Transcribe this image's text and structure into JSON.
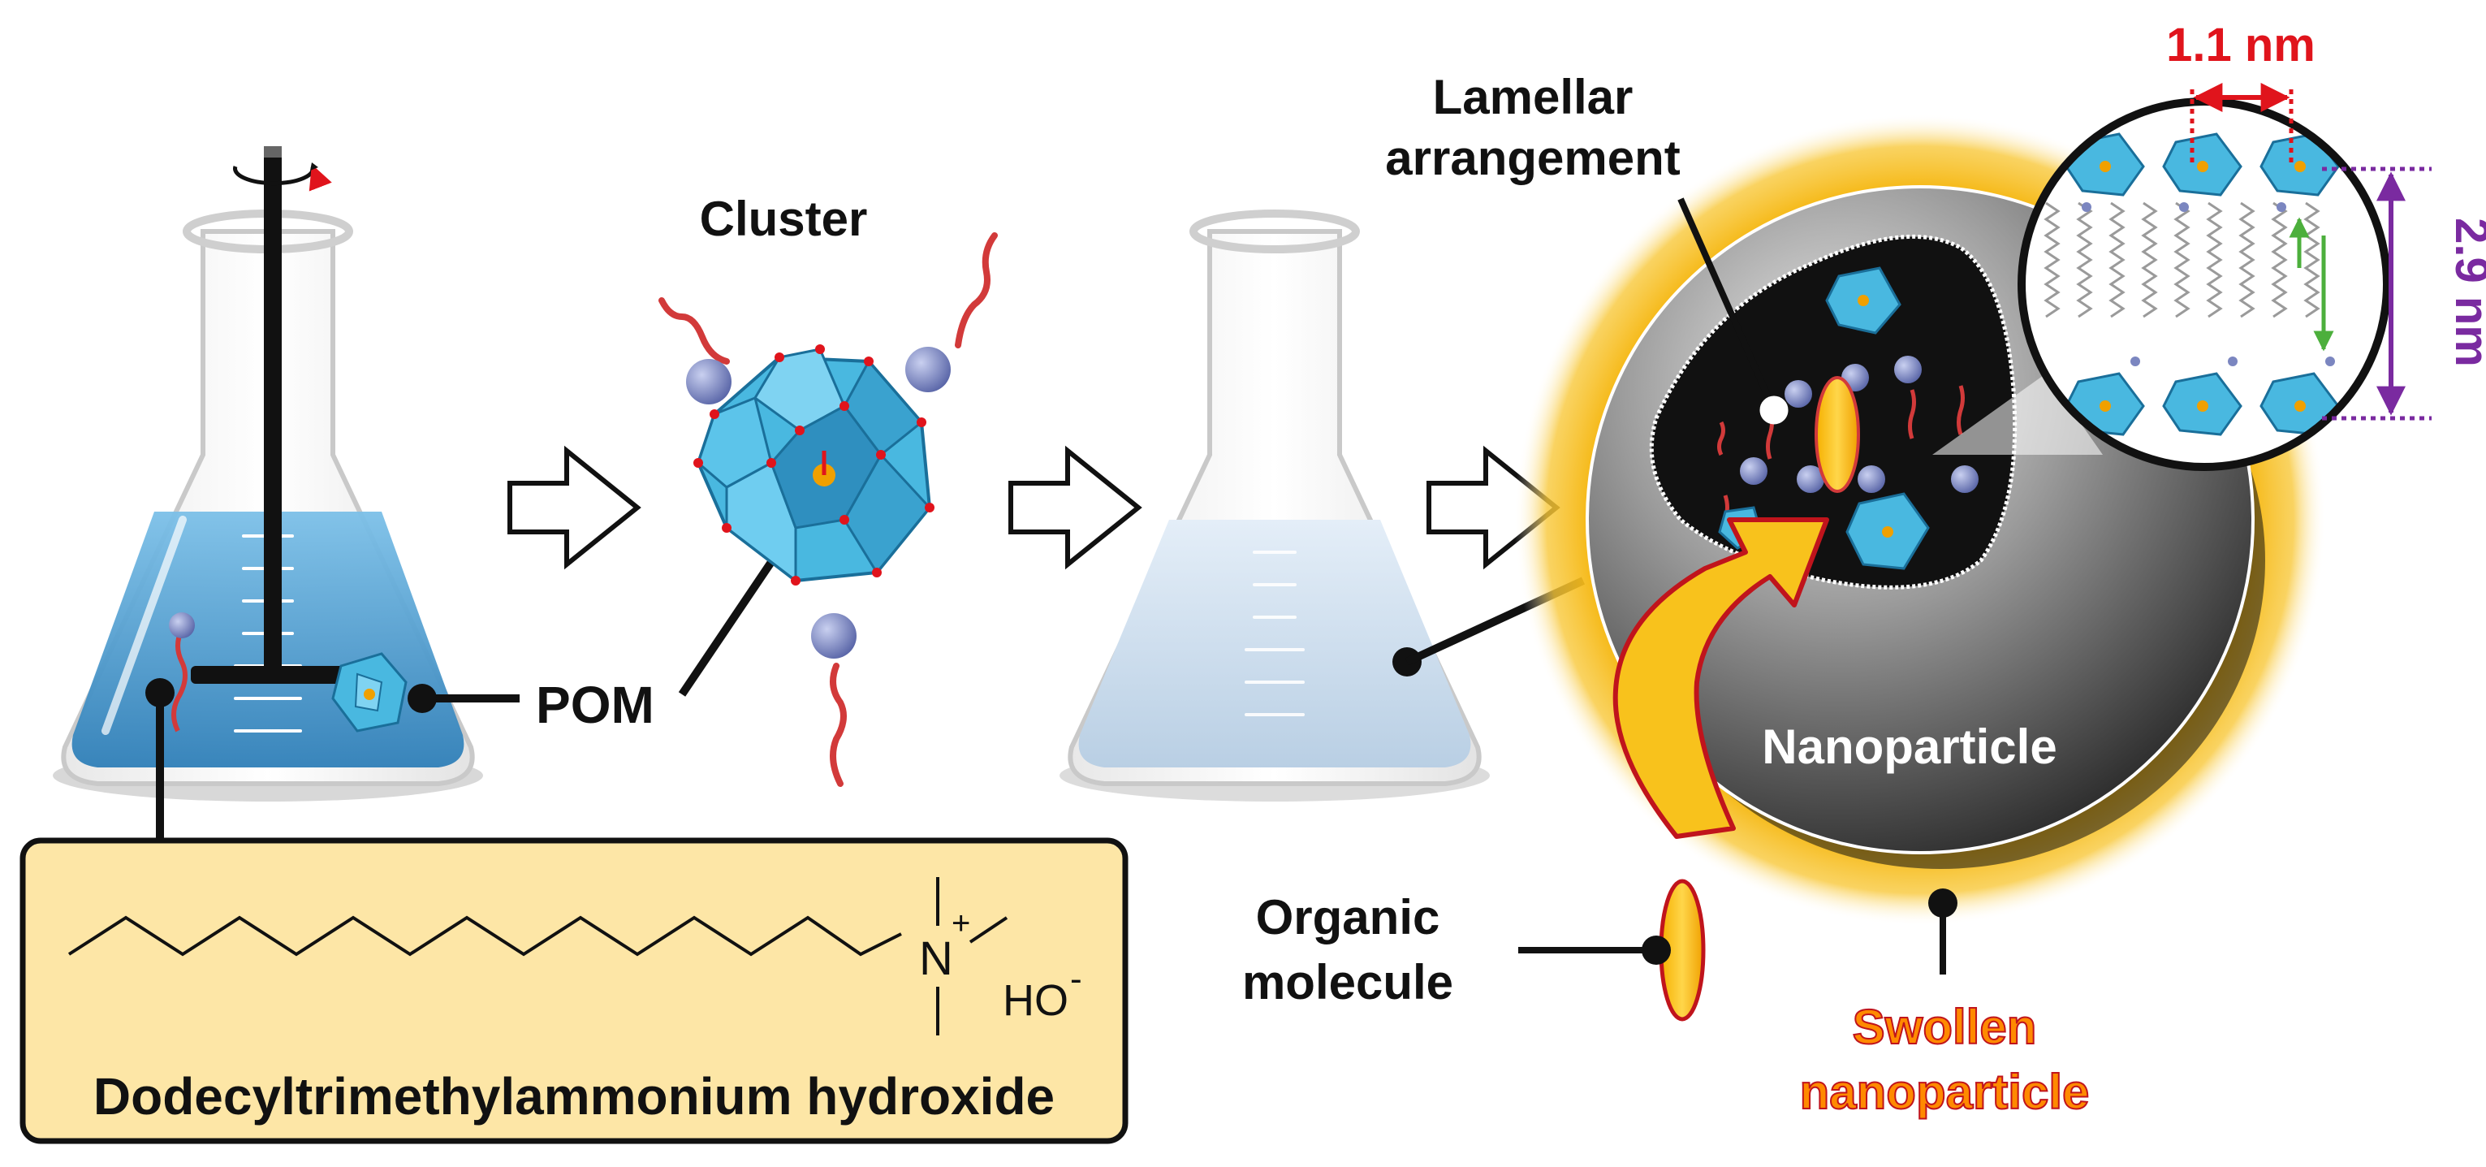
{
  "labels": {
    "cluster": "Cluster",
    "pom": "POM",
    "lamellar_line1": "Lamellar",
    "lamellar_line2": "arrangement",
    "nanoparticle": "Nanoparticle",
    "organic_line1": "Organic",
    "organic_line2": "molecule",
    "swollen_line1": "Swollen",
    "swollen_line2": "nanoparticle",
    "dim_width": "1.1 nm",
    "dim_height": "2.9 nm",
    "surfactant_name": "Dodecyltrimethylammonium hydroxide",
    "nitrogen": "N",
    "plus": "+",
    "hydroxide": "HO",
    "minus": "-"
  },
  "colors": {
    "flask_liquid": "#5aa6d8",
    "flask_liquid_dark": "#2f7fb8",
    "pom_blue": "#49b8e0",
    "surfactant_red": "#d23a3a",
    "head_blue": "#8a96cc",
    "glow_orange": "#f5b40a",
    "arrow_orange": "#f8c21c",
    "arrow_outline": "#c0141c",
    "dim_red": "#e0141c",
    "dim_purple": "#7a2aa0",
    "dim_green": "#4caf3c",
    "box_fill": "#fde6a6",
    "swollen_text": "#ff8a00"
  }
}
